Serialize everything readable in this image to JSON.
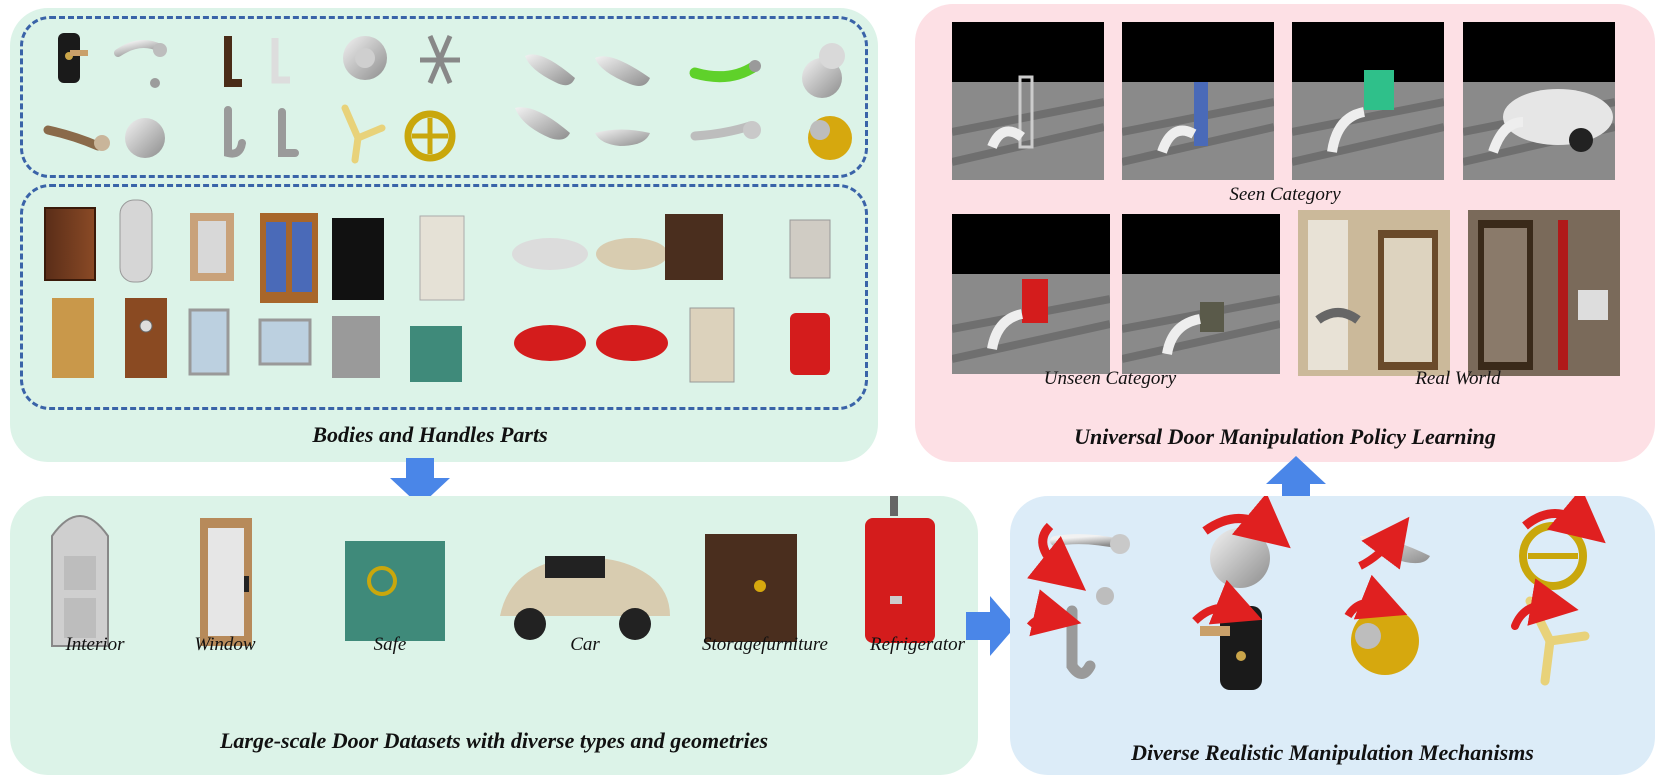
{
  "panels": {
    "bodies_handles": {
      "caption": "Bodies and Handles Parts"
    },
    "policy": {
      "caption": "Universal Door Manipulation Policy Learning",
      "seen_label": "Seen Category",
      "unseen_label": "Unseen Category",
      "real_label": "Real World"
    },
    "dataset": {
      "caption": "Large-scale Door Datasets with diverse types and geometries",
      "categories": [
        {
          "label": "Interior"
        },
        {
          "label": "Window"
        },
        {
          "label": "Safe"
        },
        {
          "label": "Car"
        },
        {
          "label": "Storagefurniture"
        },
        {
          "label": "Refrigerator"
        }
      ]
    },
    "mechanisms": {
      "caption": "Diverse Realistic Manipulation Mechanisms"
    }
  },
  "colors": {
    "green_panel": "#dcf3e8",
    "pink_panel": "#fde0e5",
    "blue_panel": "#dcecf8",
    "dash_blue": "#3a63a8",
    "arrow_blue": "#4a86e8",
    "rotate_red": "#e02020"
  }
}
